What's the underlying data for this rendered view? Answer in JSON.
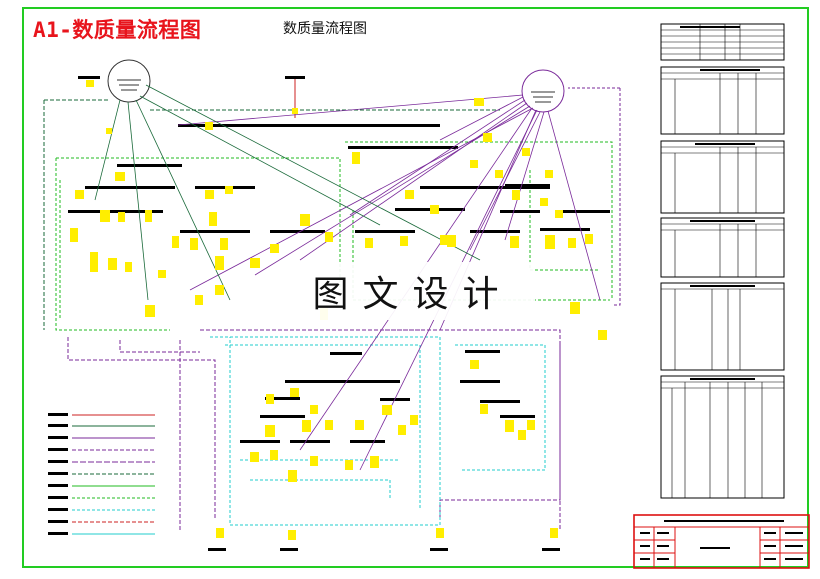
{
  "title": {
    "main": "A1-数质量流程图",
    "subtitle": "数质量流程图"
  },
  "watermark": "图文设计",
  "colors": {
    "frame": "#22cc22",
    "title": "#e8141c",
    "flow_green": "#22bb22",
    "flow_cyan": "#22cccc",
    "flow_purple": "#7a2a9a",
    "flow_darkgreen": "#1a6a3a",
    "flow_red": "#cc2222",
    "label": "#ffee00",
    "bar": "#000000",
    "title_block": "#dd1111"
  },
  "icons": [
    "circle-node-icon",
    "legend-line-icon"
  ]
}
